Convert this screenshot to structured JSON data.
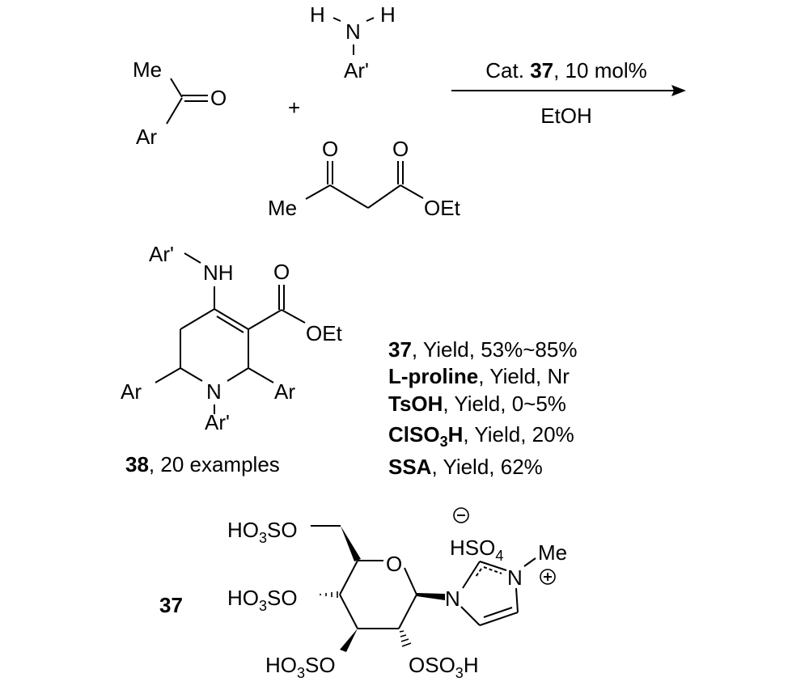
{
  "reactants": {
    "ketone": {
      "me": "Me",
      "o": "O",
      "ar": "Ar"
    },
    "plus": "+",
    "amine": {
      "h1": "H",
      "h2": "H",
      "n": "N",
      "ar": "Ar'"
    },
    "ketoester": {
      "o1": "O",
      "o2": "O",
      "me": "Me",
      "oet": "OEt"
    }
  },
  "conditions": {
    "cat_prefix": "Cat. ",
    "cat_number": "37",
    "cat_suffix": ", 10 mol%",
    "solvent": "EtOH"
  },
  "product": {
    "ar_prime_top": "Ar'",
    "nh": "NH",
    "o": "O",
    "oet": "OEt",
    "ar_left": "Ar",
    "n": "N",
    "ar_right": "Ar",
    "ar_prime_bottom": "Ar'",
    "label_number": "38",
    "label_text": ", 20 examples"
  },
  "yields": [
    {
      "catalyst": "37",
      "text": ", Yield, 53%~85%"
    },
    {
      "catalyst": "L-proline",
      "text": ", Yield, Nr"
    },
    {
      "catalyst": "TsOH",
      "text": ", Yield, 0~5%"
    },
    {
      "catalyst": "ClSO",
      "catalyst_sub": "3",
      "catalyst_end": "H",
      "text": ", Yield, 20%"
    },
    {
      "catalyst": "SSA",
      "text": ", Yield, 62%"
    }
  ],
  "catalyst_37": {
    "label": "37",
    "g1": {
      "a": "HO",
      "sub": "3",
      "b": "SO"
    },
    "g2": {
      "a": "HO",
      "sub": "3",
      "b": "SO"
    },
    "g3": {
      "a": "HO",
      "sub": "3",
      "b": "SO"
    },
    "g4": {
      "a": "OSO",
      "sub": "3",
      "b": "H"
    },
    "ring_o": "O",
    "n1": "N",
    "n3": "N",
    "me": "Me",
    "anion": {
      "a": "HSO",
      "sub": "4"
    },
    "minus": "−",
    "plus": "+"
  }
}
